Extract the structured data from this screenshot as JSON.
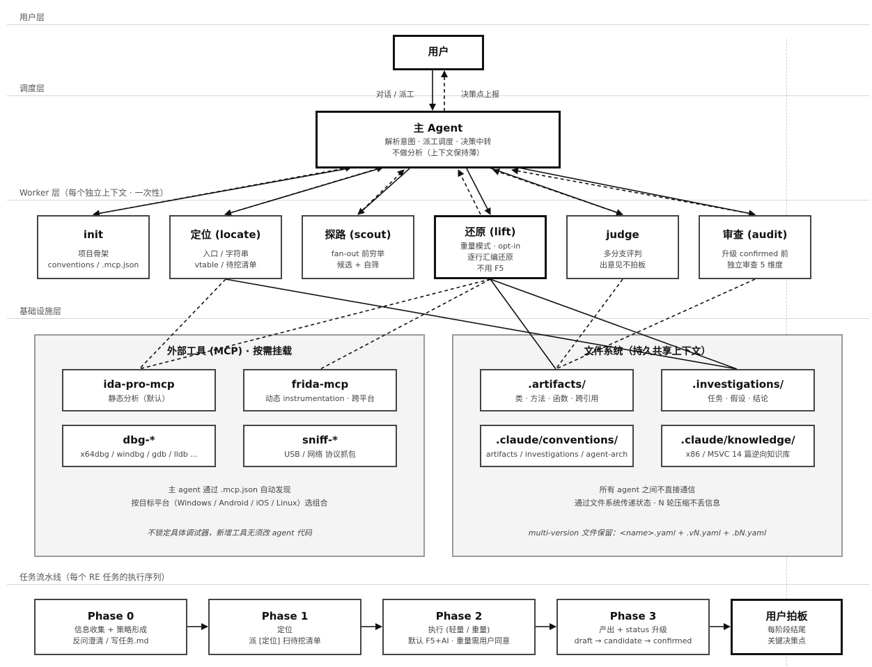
{
  "layers": {
    "user": "用户层",
    "dispatch": "调度层",
    "worker": "Worker 层（每个独立上下文 · 一次性）",
    "infra": "基础设施层",
    "pipeline": "任务流水线（每个 RE 任务的执行序列）"
  },
  "user_node": {
    "title": "用户"
  },
  "edge_labels": {
    "down": "对话 / 派工",
    "up": "决策点上报"
  },
  "main_agent": {
    "title": "主 Agent",
    "line1": "解析意图 · 派工调度 · 决策中转",
    "line2": "不做分析（上下文保持薄）"
  },
  "workers": [
    {
      "title": "init",
      "line1": "项目骨架",
      "line2": "conventions / .mcp.json",
      "line3": ""
    },
    {
      "title": "定位 (locate)",
      "line1": "入口 / 字符串",
      "line2": "vtable / 待挖清单",
      "line3": ""
    },
    {
      "title": "探路 (scout)",
      "line1": "fan-out 前穷举",
      "line2": "候选 + 自筛",
      "line3": ""
    },
    {
      "title": "还原 (lift)",
      "line1": "重量模式 · opt-in",
      "line2": "逐行汇编还原",
      "line3": "不用 F5"
    },
    {
      "title": "judge",
      "line1": "多分支评判",
      "line2": "出意见不拍板",
      "line3": ""
    },
    {
      "title": "审查 (audit)",
      "line1": "升级 confirmed 前",
      "line2": "独立审查 5 维度",
      "line3": ""
    }
  ],
  "tools_panel": {
    "title": "外部工具 (MCP) · 按需挂载",
    "items": [
      {
        "title": "ida-pro-mcp",
        "sub": "静态分析（默认）"
      },
      {
        "title": "frida-mcp",
        "sub": "动态 instrumentation · 跨平台"
      },
      {
        "title": "dbg-*",
        "sub": "x64dbg / windbg / gdb / lldb ..."
      },
      {
        "title": "sniff-*",
        "sub": "USB / 网络 协议抓包"
      }
    ],
    "note1": "主 agent 通过 .mcp.json 自动发现",
    "note2": "按目标平台（Windows / Android / iOS / Linux）选组合",
    "italic": "不锁定具体调试器，新增工具无须改 agent 代码"
  },
  "fs_panel": {
    "title": "文件系统（持久共享上下文）",
    "items": [
      {
        "title": ".artifacts/",
        "sub": "类 · 方法 · 函数 · 跨引用"
      },
      {
        "title": ".investigations/",
        "sub": "任务 · 假设 · 结论"
      },
      {
        "title": ".claude/conventions/",
        "sub": "artifacts / investigations / agent-arch"
      },
      {
        "title": ".claude/knowledge/",
        "sub": "x86 / MSVC 14 篇逆向知识库"
      }
    ],
    "note1": "所有 agent 之间不直接通信",
    "note2": "通过文件系统传递状态 · N 轮压缩不丢信息",
    "italic": "multi-version 文件保留：<name>.yaml + .vN.yaml + .bN.yaml"
  },
  "phases": [
    {
      "title": "Phase 0",
      "line1": "信息收集 + 策略形成",
      "line2": "反问澄清 / 写任务.md"
    },
    {
      "title": "Phase 1",
      "line1": "定位",
      "line2": "派 [定位] 扫待挖清单"
    },
    {
      "title": "Phase 2",
      "line1": "执行 (轻量 / 重量)",
      "line2": "默认 F5+AI · 重量需用户同意"
    },
    {
      "title": "Phase 3",
      "line1": "产出 + status 升级",
      "line2": "draft → candidate → confirmed"
    },
    {
      "title": "用户拍板",
      "line1": "每阶段结尾",
      "line2": "关键决策点"
    }
  ],
  "colors": {
    "border": "#444444",
    "panel_bg": "#f4f4f4",
    "panel_border": "#9a9a9a",
    "layer_line": "#d6d6d6"
  }
}
